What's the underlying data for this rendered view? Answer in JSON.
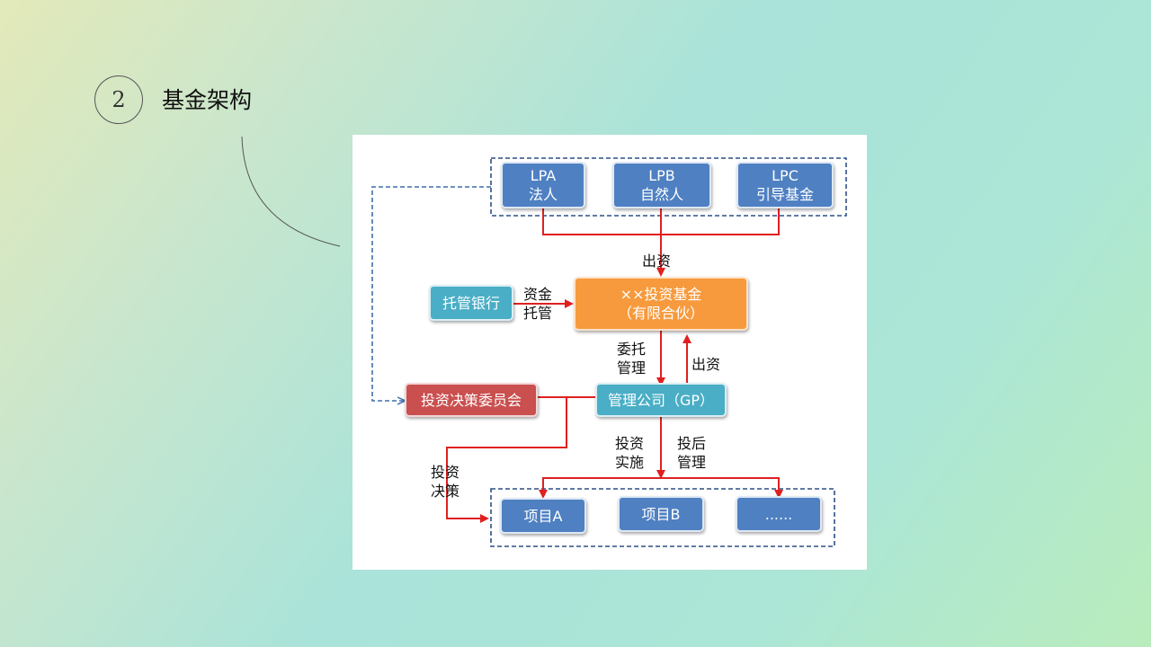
{
  "section": {
    "number": "2",
    "title": "基金架构"
  },
  "diagram": {
    "lp_a": {
      "line1": "LPA",
      "line2": "法人"
    },
    "lp_b": {
      "line1": "LPB",
      "line2": "自然人"
    },
    "lp_c": {
      "line1": "LPC",
      "line2": "引导基金"
    },
    "fund": {
      "line1": "××投资基金",
      "line2": "（有限合伙）"
    },
    "custodian": "托管银行",
    "committee": "投资决策委员会",
    "gp": "管理公司（GP）",
    "project_a": "项目A",
    "project_b": "项目B",
    "project_more": "......",
    "labels": {
      "contribute": "出资",
      "custody_1": "资金",
      "custody_2": "托管",
      "entrust_1": "委托",
      "entrust_2": "管理",
      "gp_contribute": "出资",
      "invest_impl_1": "投资",
      "invest_impl_2": "实施",
      "post_invest_1": "投后",
      "post_invest_2": "管理",
      "decision_1": "投资",
      "decision_2": "决策"
    },
    "colors": {
      "lp_box": "#4f80c2",
      "fund_box": "#f79a3d",
      "custodian_box": "#4aaec6",
      "committee_box": "#c9504f",
      "arrow": "#e02020",
      "dashed": "#2d4f86"
    }
  }
}
